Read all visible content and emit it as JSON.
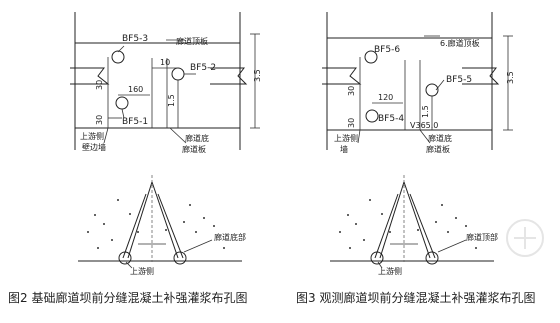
{
  "fig2": {
    "caption": "图2   基础廊道坝前分缝混凝土补强灌浆布孔图",
    "hole_top": "BF5-3",
    "hole_right": "BF5-2",
    "hole_bottom": "BF5-1",
    "label_top_right": "廊道顶板",
    "label_bottom_left": "上游侧\n壁边墙",
    "label_bottom_right": "廊道底\n廊道板",
    "dim_left": "30",
    "dim_mid": "160",
    "dim_small_1": "10",
    "dim_right_inner": "1.5",
    "dim_bottom_left": "30",
    "dim_far_right": "3.5",
    "section_right_label": "廊道底部",
    "section_bottom_label": "上游侧"
  },
  "fig3": {
    "caption": "图3   观测廊道坝前分缝混凝土补强灌浆布孔图",
    "hole_top": "BF5-6",
    "hole_right": "BF5-5",
    "hole_bottom": "BF5-4",
    "label_top_right": "6.廊道顶板",
    "label_mid_right": "V365.0",
    "label_bottom_left": "上游侧\n墙",
    "label_bottom_right": "廊道底\n廊道板",
    "dim_left": "30",
    "dim_mid": "120",
    "dim_right_inner": "1.5",
    "dim_bottom_left": "30",
    "dim_far_right": "3.5",
    "section_right_label": "廊道顶部",
    "section_bottom_label": "上游侧"
  }
}
